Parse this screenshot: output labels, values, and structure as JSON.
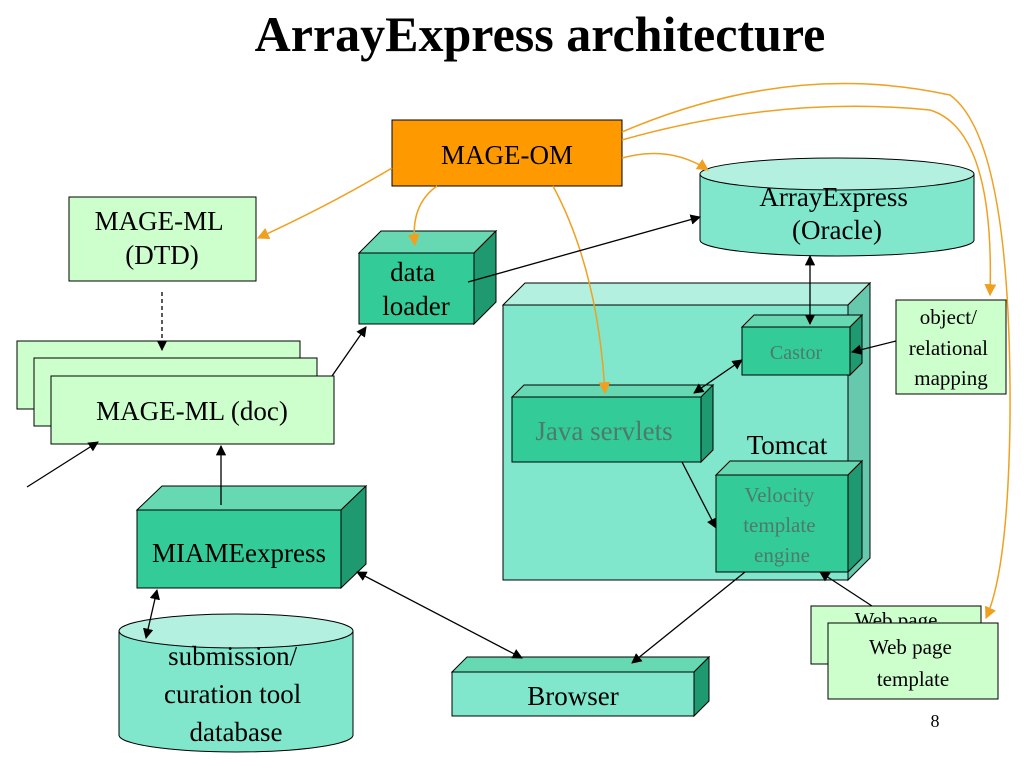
{
  "slide": {
    "title": "ArrayExpress architecture",
    "page_number": "8"
  },
  "nodes": {
    "mage_om": "MAGE-OM",
    "mage_ml_dtd": [
      "MAGE-ML",
      "(DTD)"
    ],
    "data_loader": [
      "data",
      "loader"
    ],
    "arrayexpress_db": [
      "ArrayExpress",
      "(Oracle)"
    ],
    "castor": "Castor",
    "object_relational_mapping": [
      "object/",
      "relational",
      "mapping"
    ],
    "java_servlets": "Java servlets",
    "tomcat": "Tomcat",
    "velocity_engine": [
      "Velocity",
      "template",
      "engine"
    ],
    "mage_ml_doc": "MAGE-ML (doc)",
    "miamexpress": "MIAMEexpress",
    "submission_db": [
      "submission/",
      "curation tool",
      "database"
    ],
    "browser": "Browser",
    "web_page_template_back": "Web page",
    "web_page_template_front": [
      "Web page",
      "template"
    ]
  },
  "colors": {
    "orange_fill": "#ff9900",
    "teal_fill": "#33cc99",
    "teal_light": "#80e6cc",
    "teal_pale": "#b3f0e0",
    "light_green": "#ccffcc",
    "orange_arrow": "#f0a020",
    "muted_text": "#4d7a6a"
  }
}
